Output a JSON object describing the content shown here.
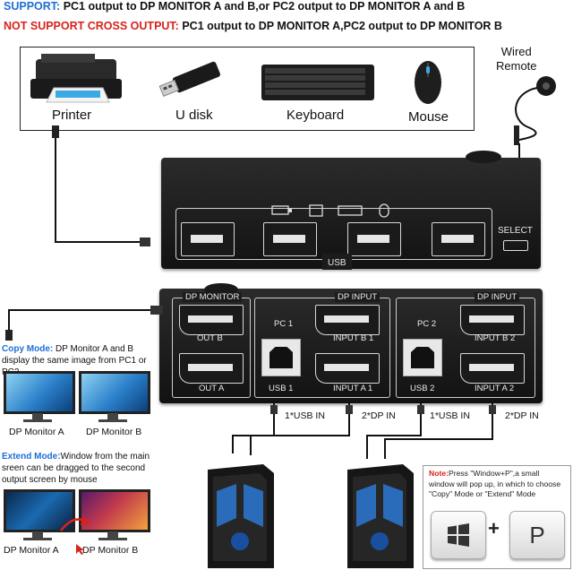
{
  "support": {
    "label": "SUPPORT:",
    "text": "PC1 output to DP MONITOR A and B,or PC2 output to DP MONITOR A and B"
  },
  "not_support": {
    "label": "NOT SUPPORT CROSS OUTPUT:",
    "text": "PC1 output to DP MONITOR A,PC2 output to DP MONITOR B"
  },
  "peripherals": [
    "Printer",
    "U disk",
    "Keyboard",
    "Mouse"
  ],
  "wired_remote": "Wired\nRemote",
  "front_panel": {
    "usb_label": "USB",
    "select_label": "SELECT"
  },
  "back_panel": {
    "dp_monitor": "DP MONITOR",
    "out_b": "OUT B",
    "out_a": "OUT A",
    "pc1": "PC 1",
    "pc2": "PC 2",
    "dp_input": "DP INPUT",
    "input_b1": "INPUT B 1",
    "input_a1": "INPUT A 1",
    "input_b2": "INPUT B 2",
    "input_a2": "INPUT A 2",
    "usb1": "USB 1",
    "usb2": "USB 2"
  },
  "cable_labels": {
    "usb_in_1": "1*USB  IN",
    "dp_in_1": "2*DP IN",
    "usb_in_2": "1*USB  IN",
    "dp_in_2": "2*DP IN"
  },
  "copy_mode": {
    "title": "Copy Mode:",
    "text": " DP Monitor A and B display the same image from PC1 or PC2",
    "monitor_a": "DP Monitor A",
    "monitor_b": "DP Monitor B"
  },
  "extend_mode": {
    "title": "Extend Mode:",
    "text": "Window from the main sreen can be dragged to the second output screen by mouse",
    "monitor_a": "DP Monitor A",
    "monitor_b": "DP Monitor B"
  },
  "note": {
    "title": "Note:",
    "text": "Press \"Window+P\",a small window will pop up, in which to choose \"Copy\" Mode or \"Extend\" Mode",
    "plus": "+",
    "key_p": "P"
  },
  "colors": {
    "support_blue": "#1d6fd6",
    "warning_red": "#d9221c"
  }
}
